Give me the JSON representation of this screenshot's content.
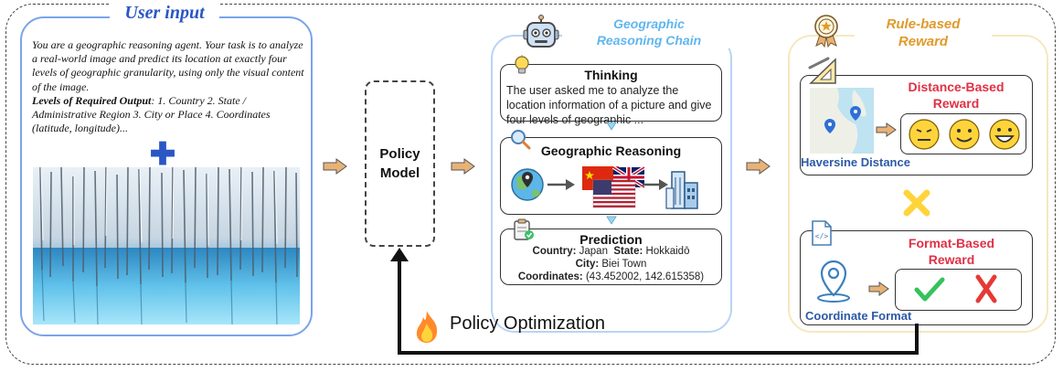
{
  "user_input": {
    "title": "User input",
    "prompt": "You are a geographic reasoning agent. Your task is to analyze a real-world image and predict its location at exactly four levels of geographic granularity, using only the visual content of the image.",
    "levels_label": "Levels of Required Output",
    "levels_text": ": 1. Country 2. State / Administrative Region 3. City or Place 4. Coordinates (latitude, longitude)..."
  },
  "policy": {
    "line1": "Policy",
    "line2": "Model"
  },
  "chain": {
    "title_line1": "Geographic",
    "title_line2": "Reasoning Chain",
    "thinking_title": "Thinking",
    "thinking_text": "The user asked me to analyze the location information of a picture and give four levels of geographic ...",
    "reasoning_title": "Geographic Reasoning",
    "prediction_title": "Prediction",
    "country_label": "Country:",
    "country_value": "Japan",
    "state_label": "State:",
    "state_value": "Hokkaidō",
    "city_label": "City:",
    "city_value": "Biei Town",
    "coords_label": "Coordinates:",
    "coords_value": "(43.452002, 142.615358)"
  },
  "reward": {
    "title_line1": "Rule-based",
    "title_line2": "Reward",
    "distance_line1": "Distance-Based",
    "distance_line2": "Reward",
    "haversine_label": "Haversine Distance",
    "format_line1": "Format-Based",
    "format_line2": "Reward",
    "coord_format_label": "Coordinate Format"
  },
  "optimization": {
    "label": "Policy Optimization"
  },
  "colors": {
    "accent_blue": "#2a56c6",
    "arrow_fill": "#e8b277",
    "red": "#e03045",
    "gold": "#e09a2b"
  }
}
